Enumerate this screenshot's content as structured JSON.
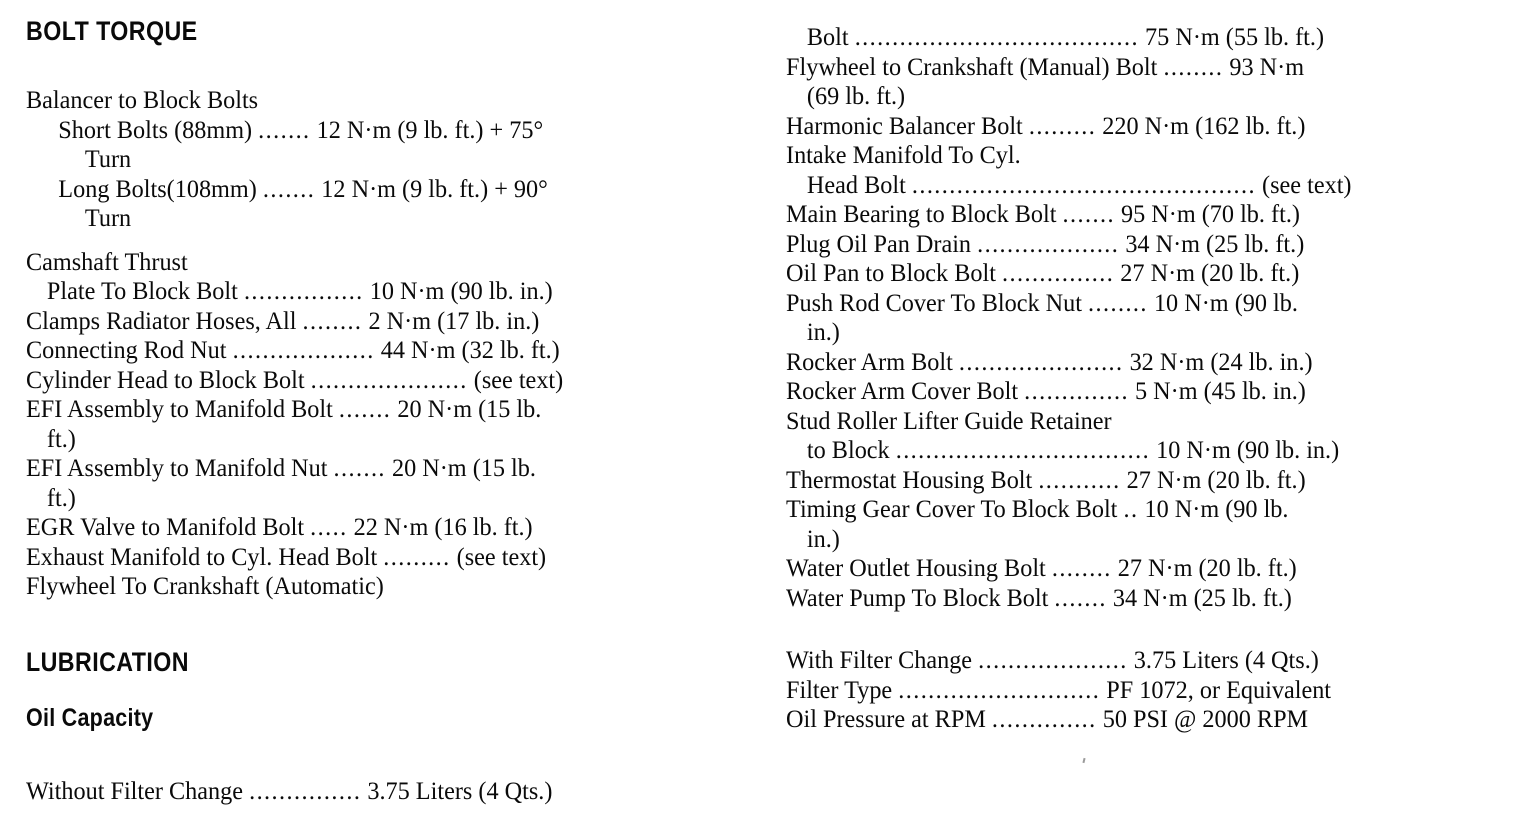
{
  "page": {
    "background": "#ffffff",
    "text_color": "#0a0a0a"
  },
  "left_column": {
    "heading": "BOLT TORQUE",
    "groups": [
      {
        "title": "Balancer to Block Bolts",
        "entries": [
          {
            "label": "Short Bolts (88mm)",
            "leader": ".......",
            "value": "12 N·m (9 lb. ft.) + 75°",
            "cont": "Turn"
          },
          {
            "label": "Long Bolts(108mm)",
            "leader": ".......",
            "value": "12 N·m (9 lb. ft.) + 90°",
            "cont": "Turn"
          }
        ]
      }
    ],
    "entries": [
      {
        "label": "Camshaft Thrust",
        "wrap_label": "Plate To Block Bolt",
        "leader": "................",
        "value": "10 N·m (90 lb. in.)"
      },
      {
        "label": "Clamps Radiator Hoses, All",
        "leader": "........",
        "value": "2 N·m (17 lb. in.)"
      },
      {
        "label": "Connecting Rod Nut",
        "leader": "...................",
        "value": "44 N·m (32 lb. ft.)"
      },
      {
        "label": "Cylinder Head to Block Bolt",
        "leader": ".....................",
        "value": "(see text)"
      },
      {
        "label": "EFI Assembly to Manifold Bolt",
        "leader": ".......",
        "value": "20 N·m (15 lb.",
        "cont": "ft.)"
      },
      {
        "label": "EFI Assembly to Manifold Nut",
        "leader": ".......",
        "value": "20 N·m (15 lb.",
        "cont": "ft.)"
      },
      {
        "label": "EGR Valve to Manifold Bolt",
        "leader": ".....",
        "value": "22 N·m (16 lb. ft.)"
      },
      {
        "label": "Exhaust Manifold to Cyl. Head Bolt",
        "leader": ".........",
        "value": "(see text)"
      },
      {
        "label": "Flywheel To Crankshaft (Automatic)",
        "leader": "",
        "value": ""
      }
    ],
    "lubrication": {
      "heading": "LUBRICATION",
      "subheading": "Oil Capacity",
      "entries": [
        {
          "label": "Without Filter Change",
          "leader": "...............",
          "value": "3.75 Liters (4 Qts.)"
        }
      ]
    }
  },
  "right_column": {
    "entries": [
      {
        "label": "Bolt",
        "indent": 1,
        "leader": "......................................",
        "value": "75 N·m (55 lb. ft.)"
      },
      {
        "label": "Flywheel to Crankshaft (Manual) Bolt",
        "indent": 0,
        "leader": "........",
        "value": "93 N·m",
        "cont": "(69 lb. ft.)"
      },
      {
        "label": "Harmonic Balancer Bolt",
        "indent": 0,
        "leader": ".........",
        "value": "220 N·m (162 lb. ft.)"
      },
      {
        "label": "Intake Manifold To Cyl.",
        "indent": 0,
        "leader": "",
        "value": "",
        "wrap_label": "Head Bolt",
        "wrap_leader": "..............................................",
        "wrap_value": "(see text)"
      },
      {
        "label": "Main Bearing to Block Bolt",
        "indent": 0,
        "leader": ".......",
        "value": "95 N·m (70 lb. ft.)"
      },
      {
        "label": "Plug Oil Pan Drain",
        "indent": 0,
        "leader": "...................",
        "value": "34 N·m (25 lb. ft.)"
      },
      {
        "label": "Oil Pan to Block Bolt",
        "indent": 0,
        "leader": "...............",
        "value": "27 N·m (20 lb. ft.)"
      },
      {
        "label": "Push Rod Cover To Block Nut",
        "indent": 0,
        "leader": "........",
        "value": "10 N·m (90 lb.",
        "cont": "in.)"
      },
      {
        "label": "Rocker Arm Bolt",
        "indent": 0,
        "leader": "......................",
        "value": "32 N·m (24 lb. in.)"
      },
      {
        "label": "Rocker Arm Cover Bolt",
        "indent": 0,
        "leader": "..............",
        "value": "5 N·m (45 lb. in.)"
      },
      {
        "label": "Stud Roller Lifter Guide Retainer",
        "indent": 0,
        "leader": "",
        "value": "",
        "wrap_label": "to Block",
        "wrap_leader": "..................................",
        "wrap_value": "10 N·m (90 lb. in.)"
      },
      {
        "label": "Thermostat Housing Bolt",
        "indent": 0,
        "leader": "...........",
        "value": "27 N·m (20 lb. ft.)"
      },
      {
        "label": "Timing Gear Cover To Block Bolt",
        "indent": 0,
        "leader": "..",
        "value": "10 N·m (90 lb.",
        "cont": "in.)"
      },
      {
        "label": "Water Outlet Housing Bolt",
        "indent": 0,
        "leader": "........",
        "value": "27 N·m (20 lb. ft.)"
      },
      {
        "label": "Water Pump To Block Bolt",
        "indent": 0,
        "leader": ".......",
        "value": "34 N·m (25 lb. ft.)"
      }
    ],
    "lubrication_entries": [
      {
        "label": "With Filter Change",
        "leader": "....................",
        "value": "3.75 Liters (4 Qts.)"
      },
      {
        "label": "Filter Type",
        "leader": "...........................",
        "value": "PF 1072, or Equivalent"
      },
      {
        "label": "Oil Pressure at RPM",
        "leader": "..............",
        "value": "50 PSI @ 2000 RPM"
      }
    ]
  }
}
